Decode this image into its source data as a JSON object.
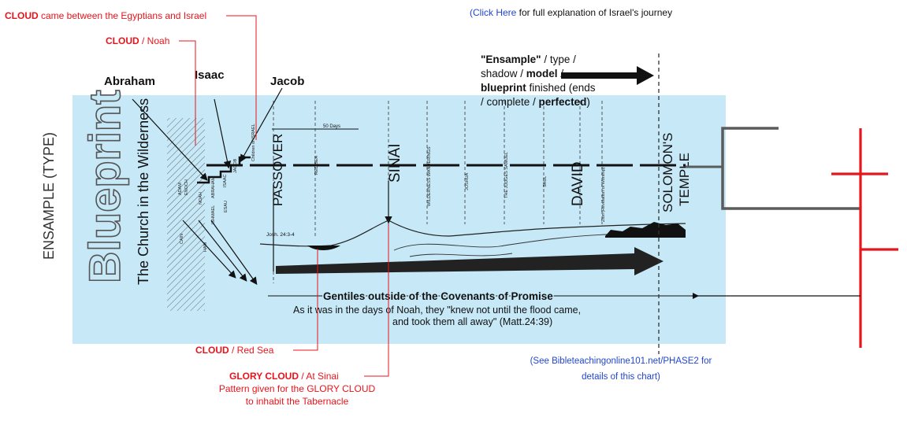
{
  "annotations": {
    "cloud_egypt": {
      "strong": "CLOUD",
      "rest": " came between the Egyptians and Israel"
    },
    "click_here": {
      "open": "(",
      "link": "Click Here",
      "rest": " for full explanation of Israel's journey"
    },
    "cloud_noah": {
      "strong": "CLOUD",
      "rest": " / Noah"
    },
    "cloud_red_sea": {
      "strong": "CLOUD",
      "rest": " / Red Sea"
    },
    "glory_cloud": {
      "strong": "GLORY CLOUD",
      "rest": " / At Sinai"
    },
    "pattern_line1": "Pattern given for the GLORY CLOUD",
    "pattern_line2": "to inhabit the Tabernacle",
    "see_line1": "(See Bibleteachingonline101.net/PHASE2 for",
    "see_line2": "details of this chart)"
  },
  "patriarchs": {
    "abraham": "Abraham",
    "isaac": "Isaac",
    "jacob": "Jacob"
  },
  "ensample": {
    "line1_bold": "\"Ensample\"",
    "line1_rest": " / type /",
    "line2": "shadow / ",
    "line2_bold": "model",
    "line2_end": " /",
    "line3_bold": "blueprint",
    "line3_rest": " finished (ends",
    "line4": "/ complete / ",
    "line4_bold": "perfected",
    "line4_end": ")"
  },
  "side_label": "ENSAMPLE (TYPE)",
  "chart": {
    "blueprint": "Blueprint",
    "church": "The Church in the Wilderness",
    "passover": "PASSOVER",
    "sinai": "SINAI",
    "david": "DAVID",
    "solomon": "SOLOMON'S",
    "temple": "TEMPLE",
    "fifty_days": "50 Days",
    "joshua_ref": "Josh. 24:3-4",
    "gentiles": "Gentiles outside of the Covenants of Promise",
    "noah_line1": "As it was in the days of Noah, they \"knew not until the flood came,",
    "noah_line2": "and took them all away\" (Matt.24:39)",
    "small_labels": {
      "adam": "ADAM",
      "enoch": "ENOCH",
      "noah": "NOAH",
      "cain": "CAIN",
      "ham": "HAM",
      "abraham": "ABRAHAM",
      "ishmael": "ISHMAEL",
      "isaac": "ISAAC",
      "esau": "ESAU",
      "jacob": "JACOB",
      "israel": "Children of ISRAEL",
      "red_sea": "RED SEA",
      "wilderness": "WILDERNESS WANDERINGS",
      "joshua": "JOSHUA",
      "judges": "THE JUDGES SAMUEL",
      "saul": "SAUL",
      "zion": "Zion (Revelation of Worship)"
    }
  },
  "colors": {
    "panel": "#c6e8f7",
    "accent_red": "#e8141b",
    "link_blue": "#2146d0",
    "bracket_gray": "#5b5b5b"
  }
}
